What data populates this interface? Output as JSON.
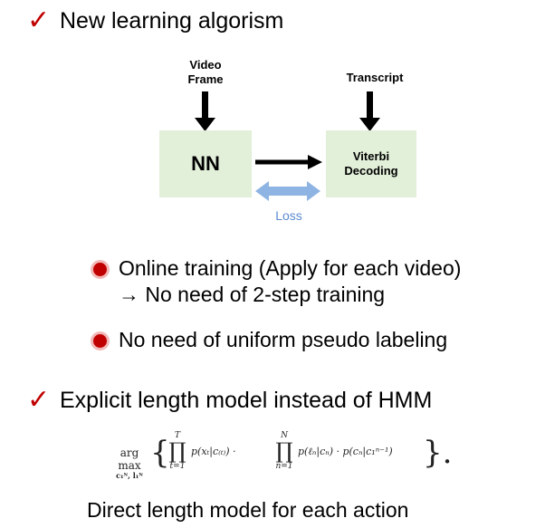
{
  "section1": {
    "check": "✓",
    "title": "New learning algorism"
  },
  "diagram": {
    "video_frame_label_line1": "Video",
    "video_frame_label_line2": "Frame",
    "transcript_label": "Transcript",
    "nn_label": "NN",
    "viterbi_label_line1": "Viterbi",
    "viterbi_label_line2": "Decoding",
    "loss_label": "Loss",
    "colors": {
      "box_fill": "#e2efd9",
      "loss_arrow": "#8eb4e3",
      "loss_text": "#5b8bd0"
    }
  },
  "bullets": [
    {
      "line1": "Online training (Apply for each video)",
      "line2": "→ No need of 2-step training"
    },
    {
      "line1": "No need of uniform pseudo labeling"
    }
  ],
  "section2": {
    "check": "✓",
    "title": "Explicit length model instead of HMM"
  },
  "formula": {
    "argmax": "arg max",
    "argmax_sub": "c₁ᴺ, l₁ᴺ",
    "lbrace": "{",
    "prod1_top": "T",
    "prod1_sym": "∏",
    "prod1_bottom": "t=1",
    "term1": "p(xₜ|c₍ₜ₎) ·",
    "prod2_top": "N",
    "prod2_sym": "∏",
    "prod2_bottom": "n=1",
    "term2": "p(ℓₙ|cₙ) · p(cₙ|c₁ⁿ⁻¹)",
    "rbrace": "}."
  },
  "caption": "Direct length model for each action"
}
